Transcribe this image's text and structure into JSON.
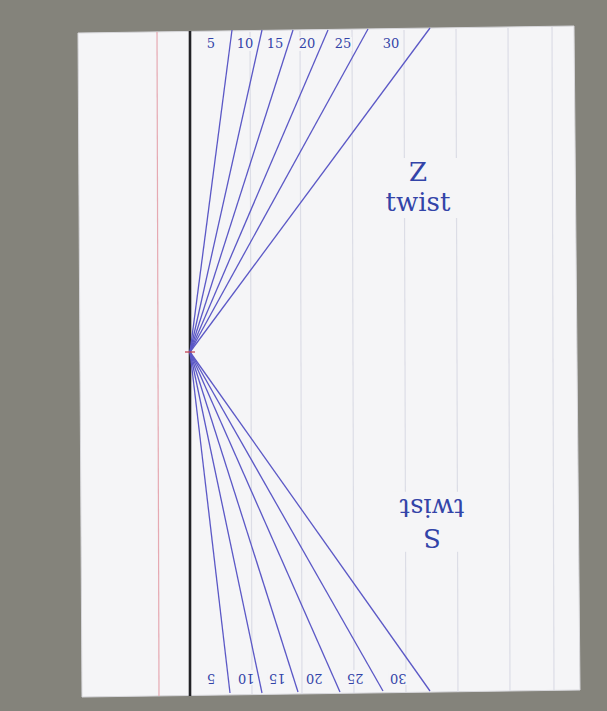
{
  "diagram": {
    "labels": [
      "5",
      "10",
      "15",
      "20",
      "25",
      "30",
      "Z twist",
      "S twist",
      "5",
      "10",
      "15",
      "20",
      "25",
      "30"
    ]
  }
}
